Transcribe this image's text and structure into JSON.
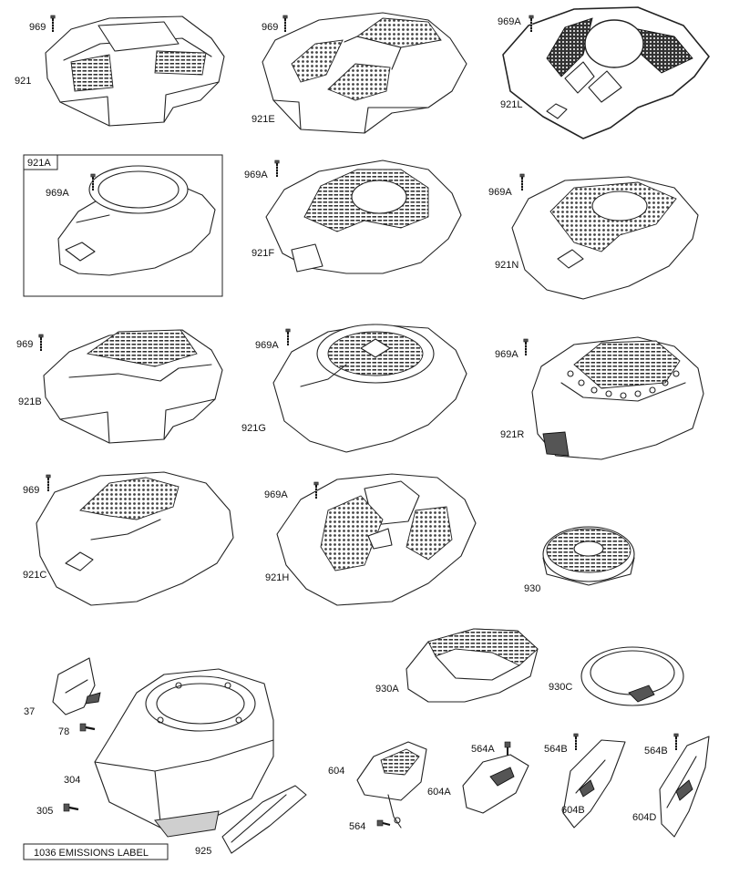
{
  "labels": {
    "p969_a": "969",
    "p921": "921",
    "p969_b": "969",
    "p921E": "921E",
    "p969A_a": "969A",
    "p921L": "921L",
    "box921A": "921A",
    "p969A_b": "969A",
    "p969A_c": "969A",
    "p921F": "921F",
    "p969A_d": "969A",
    "p921N": "921N",
    "p969_c": "969",
    "p921B": "921B",
    "p969A_e": "969A",
    "p921G": "921G",
    "p969A_f": "969A",
    "p921R": "921R",
    "p969_d": "969",
    "p921C": "921C",
    "p969A_g": "969A",
    "p921H": "921H",
    "p930": "930",
    "p930A": "930A",
    "p930C": "930C",
    "p37": "37",
    "p78": "78",
    "p304": "304",
    "p305": "305",
    "p925": "925",
    "p604": "604",
    "p564": "564",
    "p564A": "564A",
    "p604A": "604A",
    "p564B_a": "564B",
    "p604B": "604B",
    "p564B_b": "564B",
    "p604D": "604D",
    "emissions": "1036 EMISSIONS LABEL"
  },
  "icons": [
    "screw-icon",
    "bolt-icon"
  ]
}
